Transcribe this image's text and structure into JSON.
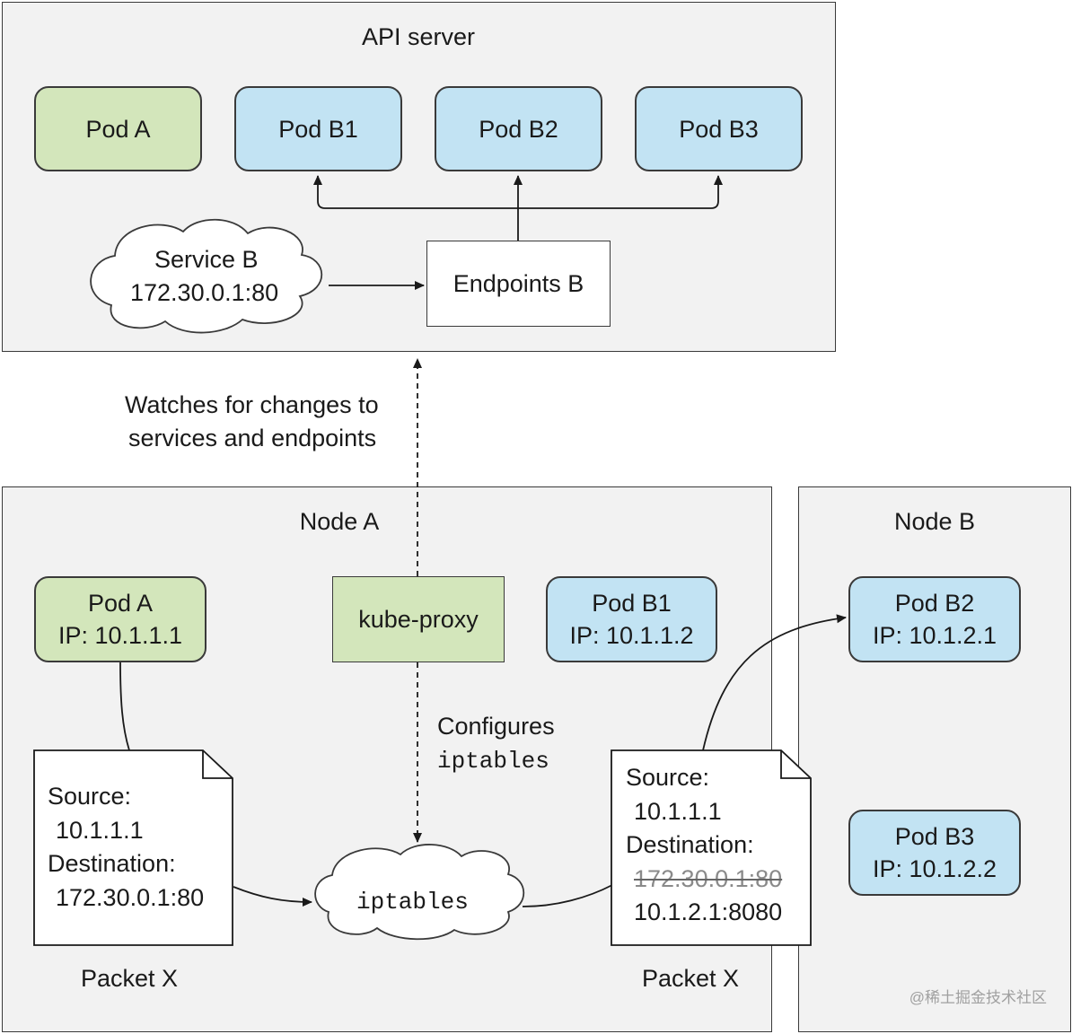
{
  "api_server": {
    "title": "API server",
    "pods": [
      {
        "label": "Pod A",
        "color": "green"
      },
      {
        "label": "Pod B1",
        "color": "blue"
      },
      {
        "label": "Pod B2",
        "color": "blue"
      },
      {
        "label": "Pod B3",
        "color": "blue"
      }
    ],
    "service": {
      "name": "Service B",
      "address": "172.30.0.1:80"
    },
    "endpoints": "Endpoints B"
  },
  "watch_label": {
    "line1": "Watches for changes to",
    "line2": "services and endpoints"
  },
  "node_a": {
    "title": "Node A",
    "pod_a": {
      "name": "Pod A",
      "ip": "IP: 10.1.1.1"
    },
    "kube_proxy": "kube-proxy",
    "pod_b1": {
      "name": "Pod B1",
      "ip": "IP: 10.1.1.2"
    },
    "configures": {
      "line1": "Configures",
      "line2": "iptables"
    },
    "iptables": "iptables",
    "packet_in": {
      "source_label": "Source:",
      "source": "10.1.1.1",
      "dest_label": "Destination:",
      "dest": "172.30.0.1:80",
      "caption": "Packet X"
    },
    "packet_out": {
      "source_label": "Source:",
      "source": "10.1.1.1",
      "dest_label": "Destination:",
      "dest_old": "172.30.0.1:80",
      "dest_new": "10.1.2.1:8080",
      "caption": "Packet X"
    }
  },
  "node_b": {
    "title": "Node B",
    "pod_b2": {
      "name": "Pod B2",
      "ip": "IP: 10.1.2.1"
    },
    "pod_b3": {
      "name": "Pod B3",
      "ip": "IP: 10.1.2.2"
    }
  },
  "watermark": "@稀土掘金技术社区",
  "colors": {
    "green": "#d3e6bb",
    "blue": "#c2e3f3",
    "panel": "#f2f2f2",
    "line": "#333333"
  }
}
